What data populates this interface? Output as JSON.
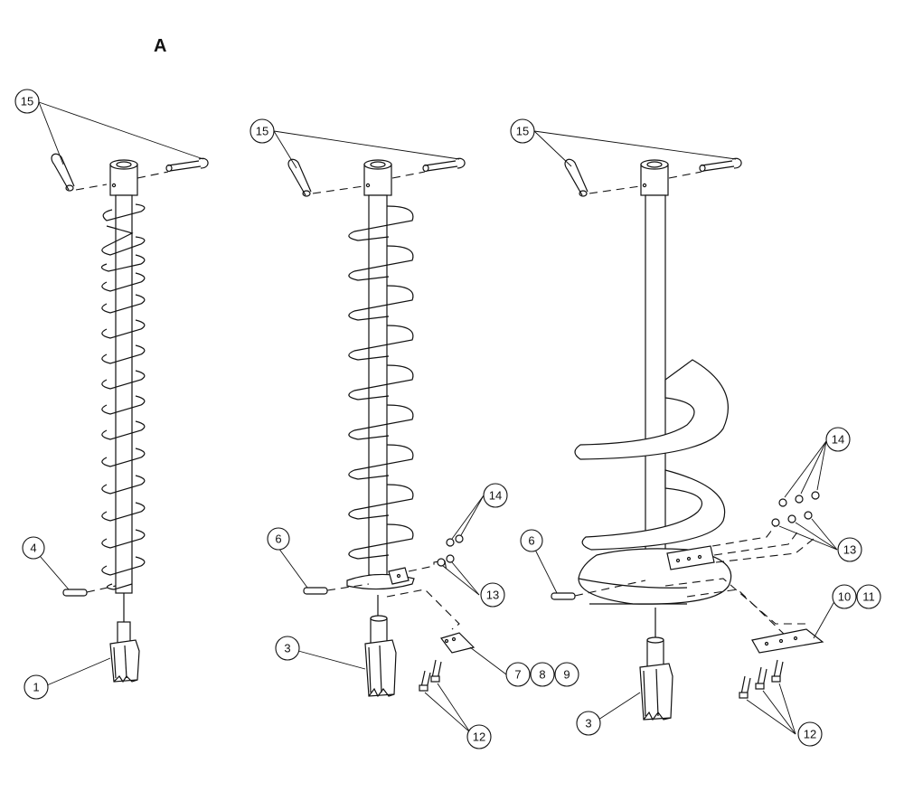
{
  "panel_label": "A",
  "callouts": {
    "a1_15": "15",
    "a1_4": "4",
    "a1_1": "1",
    "a2_15": "15",
    "a2_6": "6",
    "a2_3": "3",
    "a2_14": "14",
    "a2_13": "13",
    "a2_7": "7",
    "a2_8": "8",
    "a2_9": "9",
    "a2_12": "12",
    "a3_15": "15",
    "a3_6": "6",
    "a3_3": "3",
    "a3_14": "14",
    "a3_13": "13",
    "a3_10": "10",
    "a3_11": "11",
    "a3_12": "12"
  },
  "assemblies": [
    {
      "id": "small-auger",
      "flight_turns": 14
    },
    {
      "id": "medium-auger",
      "flight_turns": 9
    },
    {
      "id": "large-auger",
      "flight_turns": 3
    }
  ]
}
